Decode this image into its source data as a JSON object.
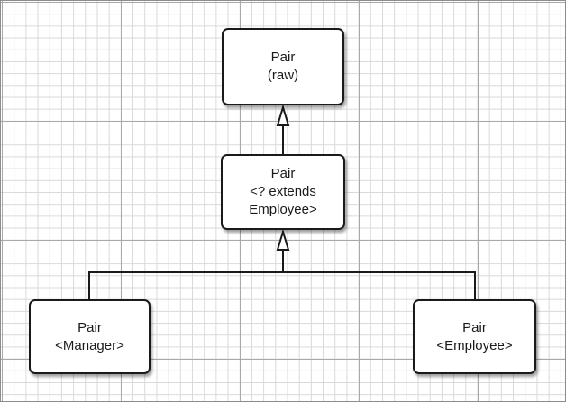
{
  "nodes": {
    "raw": {
      "line1": "Pair",
      "line2": "(raw)"
    },
    "wildcard": {
      "line1": "Pair",
      "line2": "<? extends",
      "line3": "Employee>"
    },
    "manager": {
      "line1": "Pair",
      "line2": "<Manager>"
    },
    "employee": {
      "line1": "Pair",
      "line2": "<Employee>"
    }
  },
  "edges": [
    {
      "from": "wildcard",
      "to": "raw",
      "type": "inheritance"
    },
    {
      "from": "manager",
      "to": "wildcard",
      "type": "inheritance"
    },
    {
      "from": "employee",
      "to": "wildcard",
      "type": "inheritance"
    }
  ]
}
